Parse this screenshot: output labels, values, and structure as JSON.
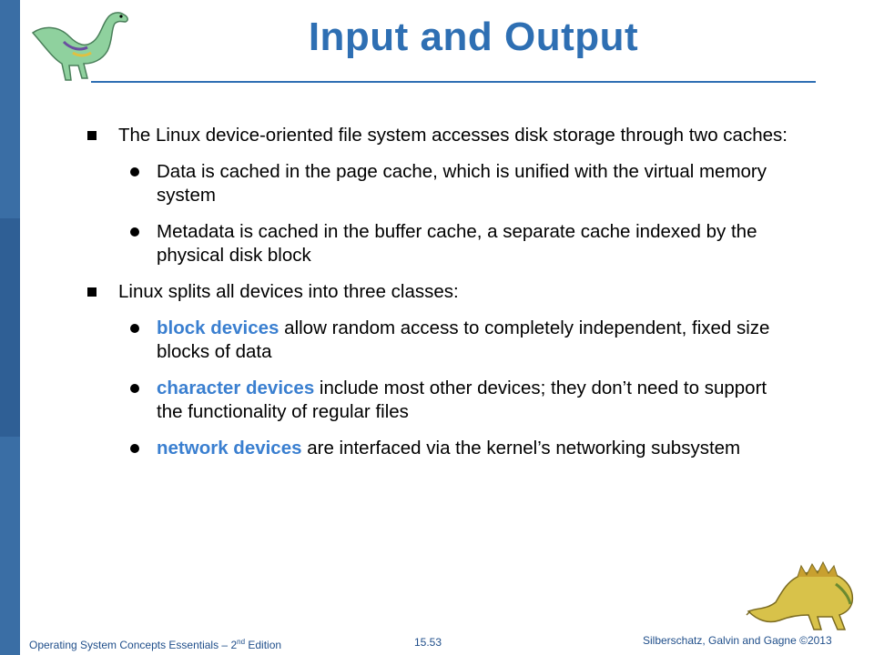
{
  "slide": {
    "title": "Input and Output"
  },
  "bullets": [
    {
      "text": "The Linux device-oriented file system accesses disk storage through two caches:",
      "subs": [
        {
          "text": "Data is cached in the page cache, which is unified with the virtual memory system"
        },
        {
          "text": "Metadata is cached in the buffer cache, a separate cache indexed by the physical disk block"
        }
      ]
    },
    {
      "text": "Linux splits all devices into three classes:",
      "subs": [
        {
          "keyword": "block devices",
          "rest": " allow random access to completely independent, fixed size blocks of data"
        },
        {
          "keyword": "character devices",
          "rest": " include most other devices; they don’t need to support the functionality of regular files"
        },
        {
          "keyword": "network devices",
          "rest": " are interfaced via the kernel’s networking subsystem"
        }
      ]
    }
  ],
  "footer": {
    "book_title_pre": "Operating System Concepts Essentials – 2",
    "book_title_sup": "nd",
    "book_title_post": " Edition",
    "page": "15.53",
    "copyright": "Silberschatz, Galvin and Gagne ©2013"
  },
  "colors": {
    "title": "#2e6fb3",
    "keyword": "#3a7fd0",
    "sidebar": "#3a6ea5"
  },
  "icons": {
    "top_logo": "dinosaur-icon",
    "bottom_logo": "dinosaur-icon"
  }
}
